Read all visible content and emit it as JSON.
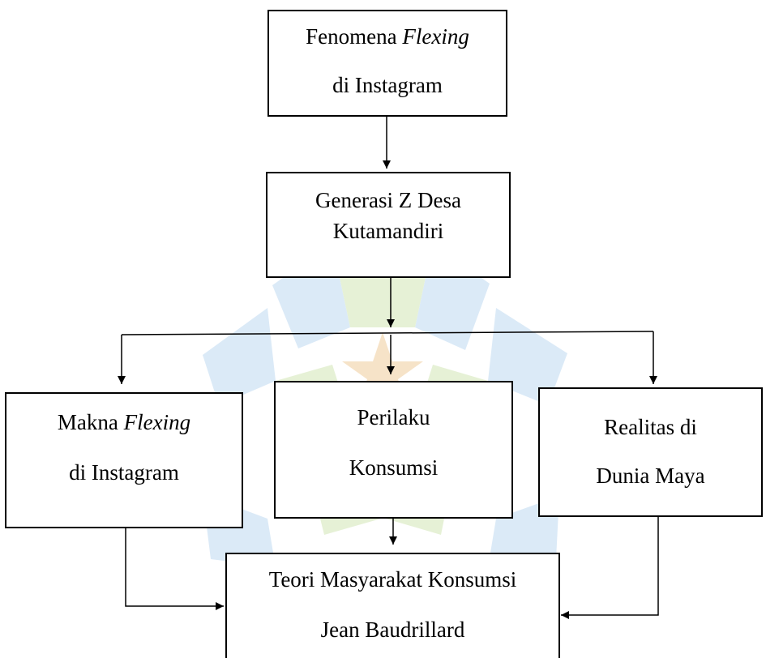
{
  "nodes": {
    "phenomenon": {
      "line1_prefix": "Fenomena",
      "line1_emphasis": "Flexing",
      "line2": "di Instagram"
    },
    "generation": {
      "line1": "Generasi Z Desa",
      "line2": "Kutamandiri"
    },
    "meaning": {
      "line1_prefix": "Makna",
      "line1_emphasis": "Flexing",
      "line2": "di Instagram"
    },
    "consumption": {
      "line1": "Perilaku",
      "line2": "Konsumsi"
    },
    "reality": {
      "line1": "Realitas di",
      "line2": "Dunia Maya"
    },
    "theory": {
      "line1": "Teori Masyarakat Konsumsi",
      "line2": "Jean Baudrillard"
    }
  },
  "colors": {
    "line": "#000000",
    "watermark_blue": "#dbeaf7",
    "watermark_green": "#e6f1d6",
    "watermark_star": "#f6e3c8"
  }
}
